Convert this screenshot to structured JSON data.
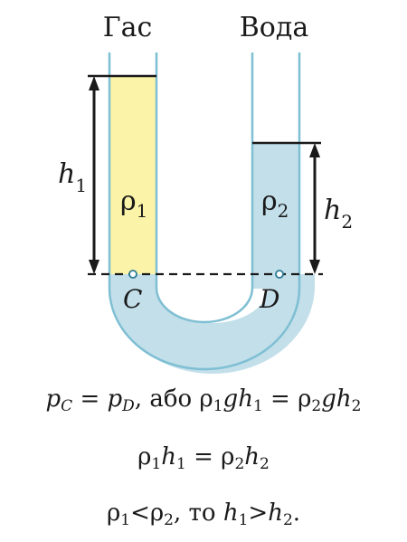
{
  "labels": {
    "left_liquid": "Гас",
    "right_liquid": "Вода",
    "h1": {
      "base": "h",
      "sub": "1"
    },
    "h2": {
      "base": "h",
      "sub": "2"
    },
    "rho1": {
      "base": "ρ",
      "sub": "1"
    },
    "rho2": {
      "base": "ρ",
      "sub": "2"
    },
    "point_c": "C",
    "point_d": "D"
  },
  "colors": {
    "kerosene": "#fbf3a7",
    "water": "#c2dfea",
    "tube_wall": "#7fbfd3",
    "ink": "#1a1a1a"
  },
  "formulas": {
    "line1": {
      "pc": {
        "base": "p",
        "sub": "C"
      },
      "eq1": " = ",
      "pd": {
        "base": "p",
        "sub": "D"
      },
      "middle": ", або ",
      "rho1": {
        "base": "ρ",
        "sub": "1"
      },
      "g1": "g",
      "h1": {
        "base": "h",
        "sub": "1"
      },
      "eq2": " = ",
      "rho2": {
        "base": "ρ",
        "sub": "2"
      },
      "g2": "g",
      "h2": {
        "base": "h",
        "sub": "2"
      }
    },
    "line2": {
      "rho1": {
        "base": "ρ",
        "sub": "1"
      },
      "h1": {
        "base": "h",
        "sub": "1"
      },
      "eq": " = ",
      "rho2": {
        "base": "ρ",
        "sub": "2"
      },
      "h2": {
        "base": "h",
        "sub": "2"
      }
    },
    "line3": {
      "rho1": {
        "base": "ρ",
        "sub": "1"
      },
      "lt": "<",
      "rho2": {
        "base": "ρ",
        "sub": "2"
      },
      "middle": ", то ",
      "h1": {
        "base": "h",
        "sub": "1"
      },
      "gt": ">",
      "h2": {
        "base": "h",
        "sub": "2"
      },
      "end": "."
    }
  }
}
